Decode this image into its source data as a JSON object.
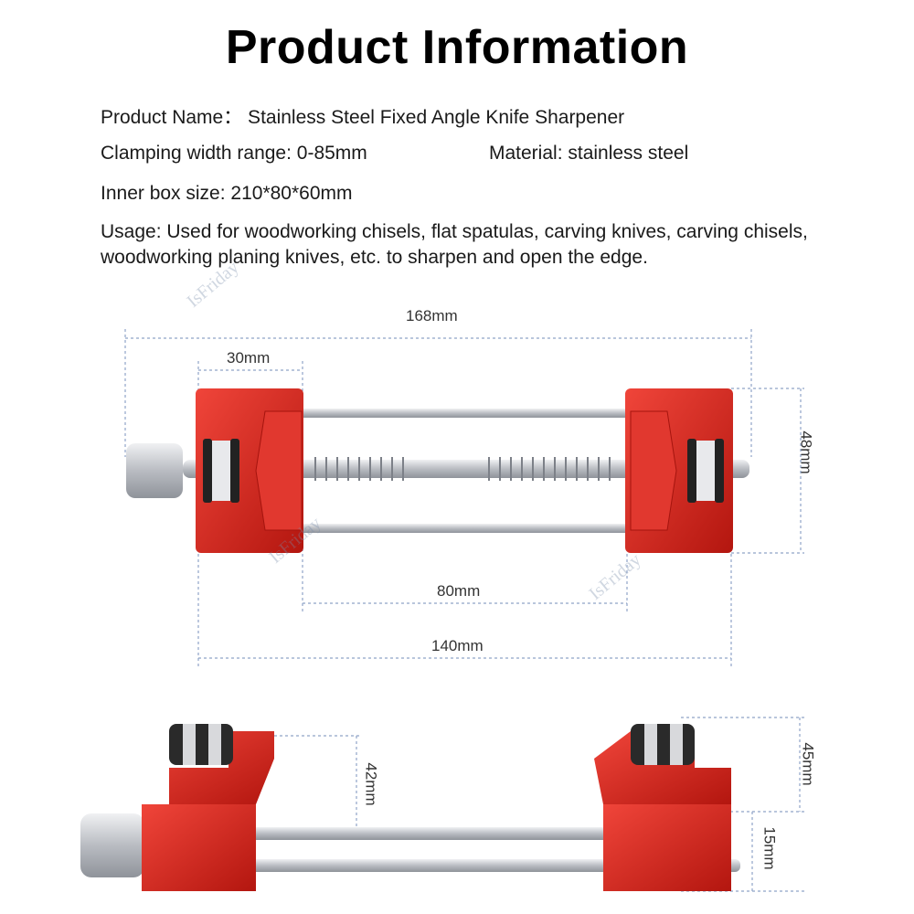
{
  "title": "Product Information",
  "info": {
    "product_name": "Product Name：  Stainless Steel Fixed Angle Knife Sharpener",
    "clamping": "Clamping width range: 0-85mm",
    "material": "Material: stainless steel",
    "inner_box": "Inner box size: 210*80*60mm",
    "usage": "Usage: Used for woodworking chisels, flat spatulas, carving knives, carving chisels, woodworking planing knives, etc. to sharpen and open the edge."
  },
  "dimensions": {
    "overall_length": "168mm",
    "block_width": "30mm",
    "height_top": "48mm",
    "inner_gap": "80mm",
    "base_length": "140mm",
    "side_height_left": "42mm",
    "side_height_right": "45mm",
    "base_height": "15mm"
  },
  "watermark": "IsFriday",
  "colors": {
    "accent_red": "#d92a22",
    "dimension_line": "#8fa4c8",
    "steel": "#c9ccd1"
  }
}
